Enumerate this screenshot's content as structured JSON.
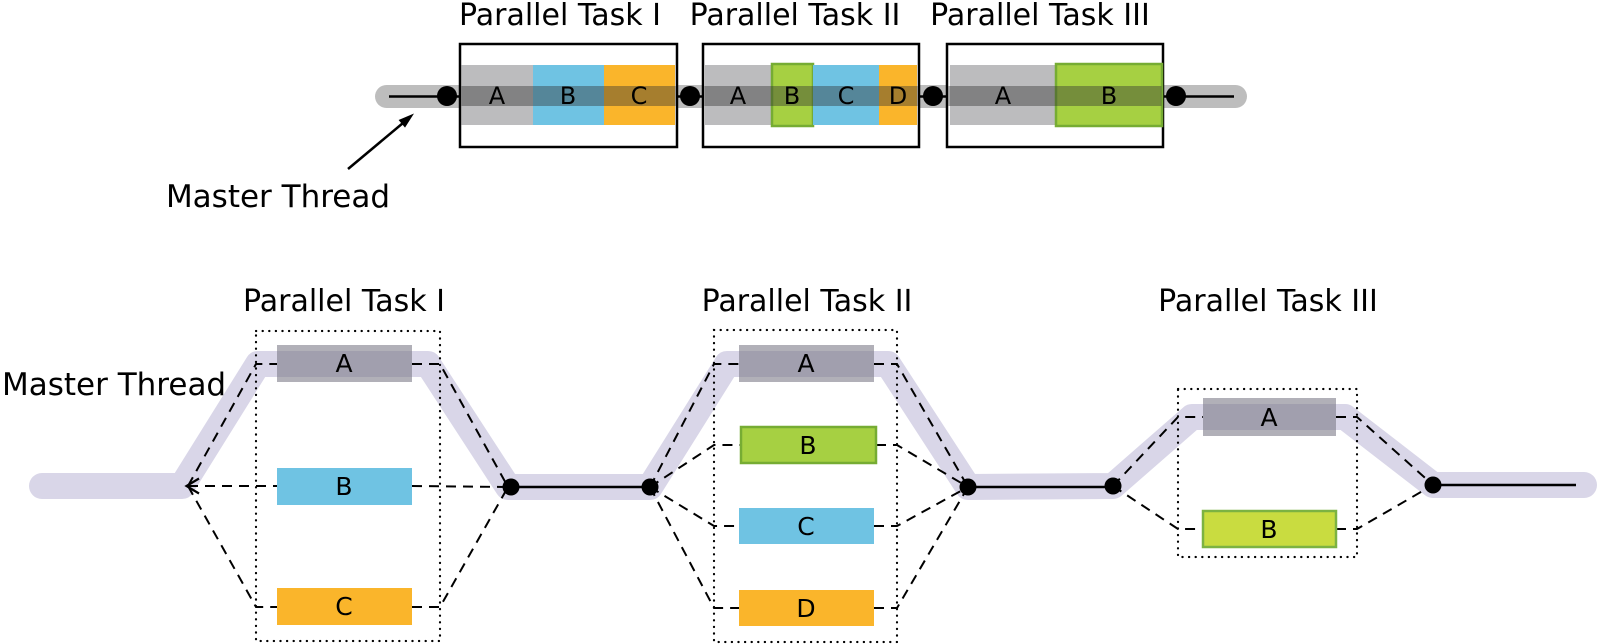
{
  "colors": {
    "band_gray": "#BDBDBD",
    "band_lavender": "#D9D6E8",
    "gray_segment": "#BCBCBE",
    "gray_bar_translucent": "rgba(120,119,132,0.58)",
    "blue": "#6FC3E3",
    "orange": "#FAB52B",
    "green": "#A6D042",
    "green_border": "#76AC33",
    "yellow_green": "#C9DC40",
    "yellow_green_border": "#7CB342",
    "overlay_stripe": "rgba(51,51,51,0.42)",
    "line_black": "#000000"
  },
  "top_diagram": {
    "master_thread_label": "Master Thread",
    "tasks": [
      {
        "title": "Parallel Task I",
        "segments": [
          {
            "label": "A"
          },
          {
            "label": "B"
          },
          {
            "label": "C"
          }
        ]
      },
      {
        "title": "Parallel Task II",
        "segments": [
          {
            "label": "A"
          },
          {
            "label": "B"
          },
          {
            "label": "C"
          },
          {
            "label": "D"
          }
        ]
      },
      {
        "title": "Parallel Task III",
        "segments": [
          {
            "label": "A"
          },
          {
            "label": "B"
          }
        ]
      }
    ]
  },
  "bottom_diagram": {
    "master_thread_label": "Master Thread",
    "tasks": [
      {
        "title": "Parallel Task I",
        "bars": [
          {
            "label": "A"
          },
          {
            "label": "B"
          },
          {
            "label": "C"
          }
        ]
      },
      {
        "title": "Parallel Task II",
        "bars": [
          {
            "label": "A"
          },
          {
            "label": "B"
          },
          {
            "label": "C"
          },
          {
            "label": "D"
          }
        ]
      },
      {
        "title": "Parallel Task III",
        "bars": [
          {
            "label": "A"
          },
          {
            "label": "B"
          }
        ]
      }
    ]
  }
}
